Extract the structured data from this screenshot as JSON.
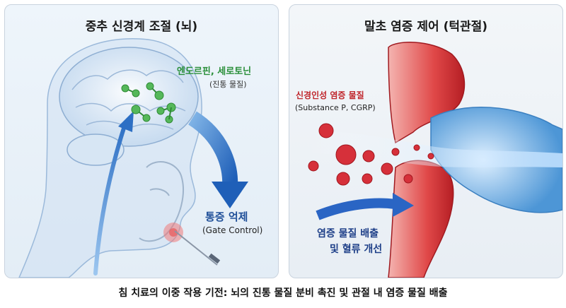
{
  "left_panel": {
    "title": "중추 신경계 조절 (뇌)",
    "neurotransmitter_label": "엔도르핀, 세로토닌",
    "neurotransmitter_sub": "(진통 물질)",
    "pain_label": "통증 억제",
    "pain_sub": "(Gate Control)"
  },
  "right_panel": {
    "title": "말초 염증 제어 (턱관절)",
    "inflammatory_label": "신경인성 염증 물질",
    "inflammatory_sub": "(Substance P, CGRP)",
    "discharge_line1": "염증 물질 배출",
    "discharge_line2": "및 혈류 개선"
  },
  "caption": "침 치료의 이중 작용 기전: 뇌의 진통 물질 분비 촉진 및 관절 내 염증 물질 배출",
  "colors": {
    "green": "#2a8f3a",
    "blue": "#1f4f98",
    "red": "#c0262c",
    "navy": "#1e3f88"
  }
}
